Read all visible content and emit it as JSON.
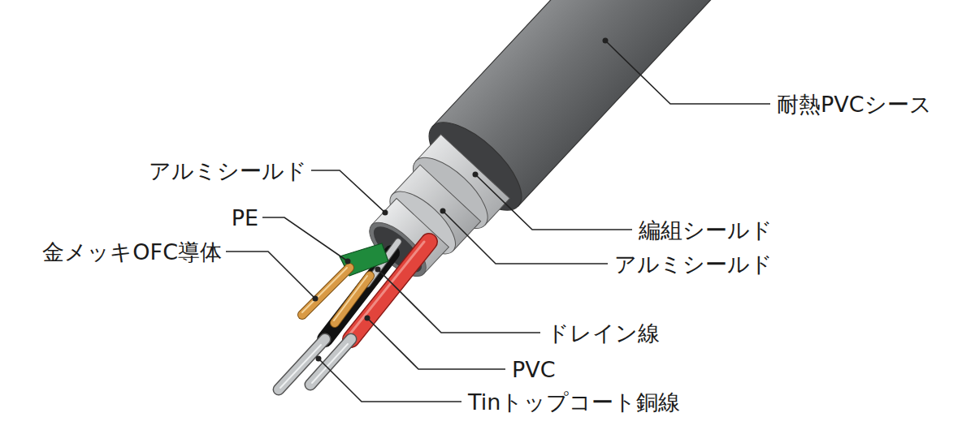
{
  "diagram": {
    "labels": [
      "耐熱PVCシース",
      "アルミシールド",
      "PE",
      "編組シールド",
      "金メッキOFC導体",
      "アルミシールド",
      "ドレイン線",
      "PVC",
      "Tinトップコート銅線"
    ]
  }
}
